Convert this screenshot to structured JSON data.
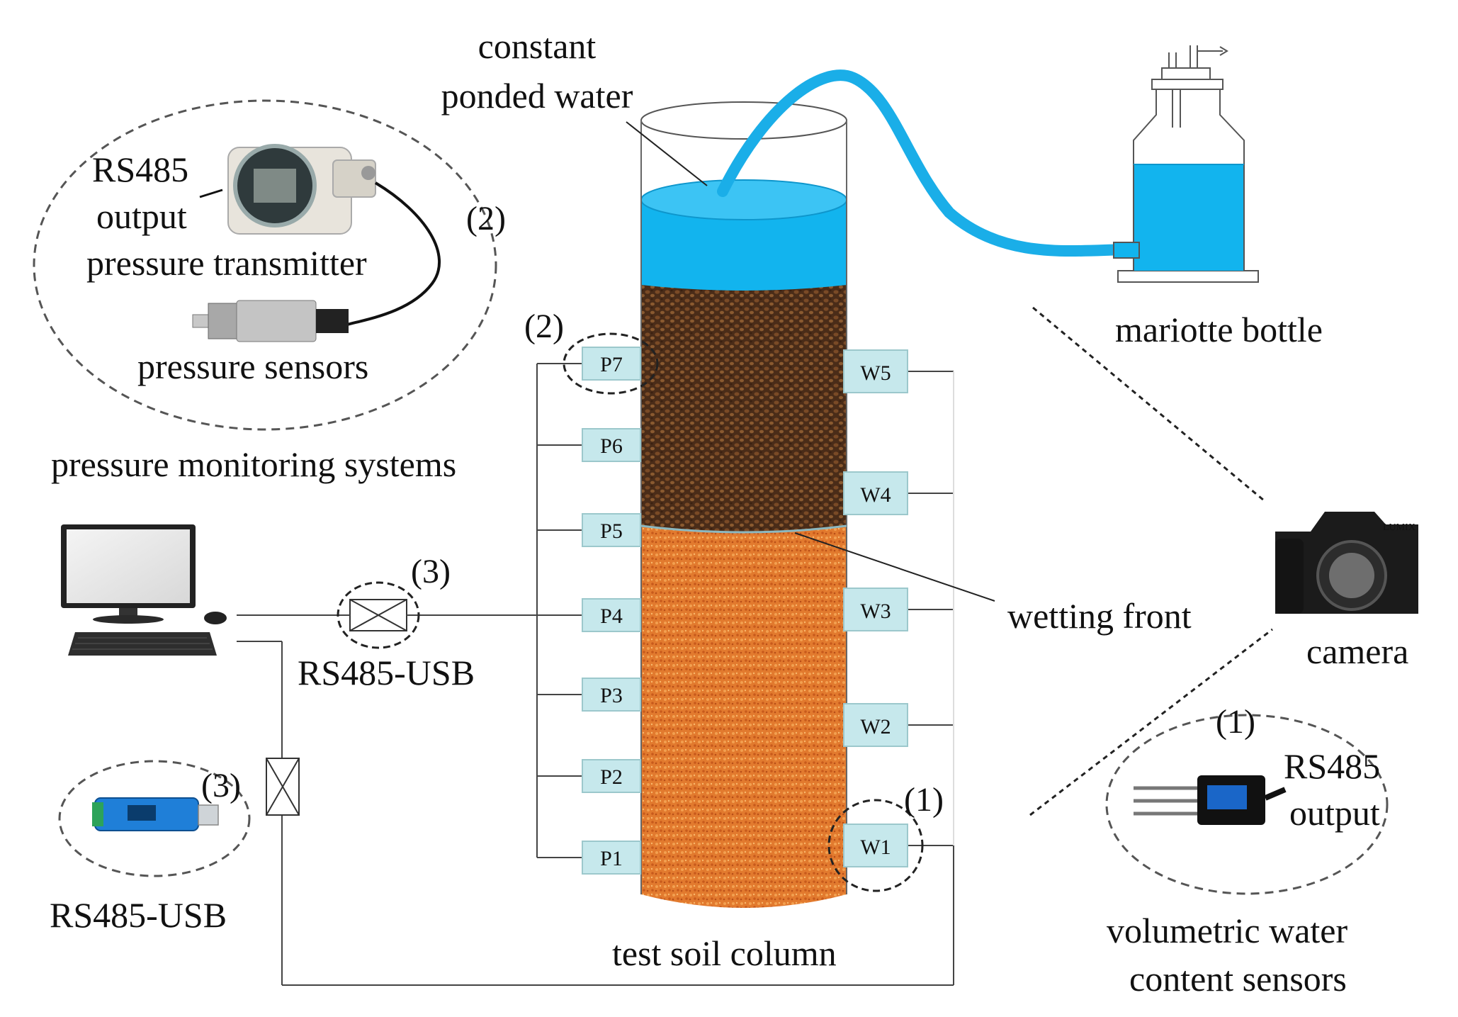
{
  "labels": {
    "constant_line1": "constant",
    "constant_line2": "ponded water",
    "rs485_top_line1": "RS485",
    "rs485_top_line2": "output",
    "pressure_transmitter": "pressure transmitter",
    "pressure_sensors": "pressure sensors",
    "pressure_monitoring": "pressure monitoring systems",
    "mariotte": "mariotte bottle",
    "wetting_front": "wetting front",
    "camera": "camera",
    "rs485_usb_mid": "RS485-USB",
    "rs485_usb_left": "RS485-USB",
    "test_column": "test soil column",
    "vwc_line1": "volumetric water",
    "vwc_line2": "content sensors",
    "rs485_right_line1": "RS485",
    "rs485_right_line2": "output",
    "camera_brand": "LUMIX"
  },
  "annotations": {
    "pressure_group": "(2)",
    "p7_marker": "(2)",
    "usb_mid_marker": "(3)",
    "usb_left_marker": "(3)",
    "w1_marker": "(1)",
    "vwc_group": "(1)"
  },
  "pressure_ports": [
    "P7",
    "P6",
    "P5",
    "P4",
    "P3",
    "P2",
    "P1"
  ],
  "moisture_ports": [
    "W5",
    "W4",
    "W3",
    "W2",
    "W1"
  ],
  "colors": {
    "water": "#12b4ee",
    "tube": "#1aaee8",
    "wet_soil": "#5a3620",
    "dry_soil": "#e0772c",
    "port_fill": "#c6e8ec",
    "port_stroke": "#9cc8cc"
  }
}
